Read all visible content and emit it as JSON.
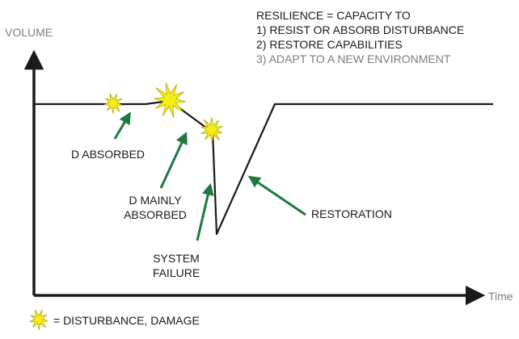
{
  "header": {
    "line1": "RESILIENCE = CAPACITY TO",
    "line2": "1) RESIST OR ABSORB DISTURBANCE",
    "line3": "2) RESTORE CAPABILITIES",
    "line4": "3) ADAPT TO A NEW ENVIRONMENT"
  },
  "axes": {
    "y_label": "VOLUME",
    "x_label": "Time"
  },
  "annotations": {
    "d_absorbed": "D ABSORBED",
    "d_mainly_1": "D MAINLY",
    "d_mainly_2": "ABSORBED",
    "failure_1": "SYSTEM",
    "failure_2": "FAILURE",
    "restoration": "RESTORATION"
  },
  "legend": {
    "text": "= DISTURBANCE, DAMAGE"
  },
  "colors": {
    "arrow": "#1d7a3c",
    "burst_fill": "#f2ee1c",
    "burst_stroke": "#b8a800",
    "ink": "#1a1a1a",
    "muted": "#7d7d7d"
  }
}
